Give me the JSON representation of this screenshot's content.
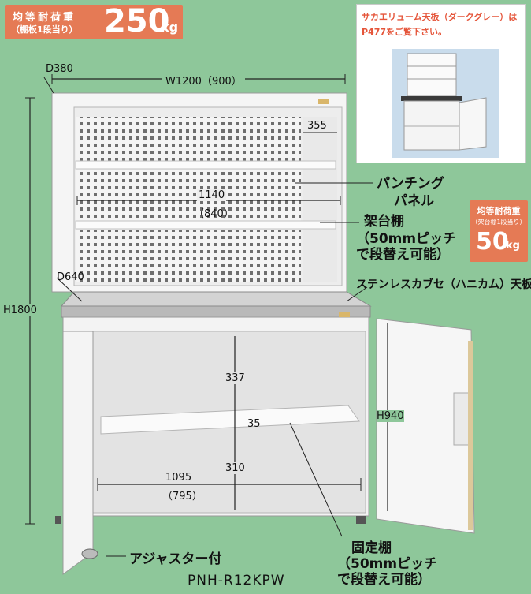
{
  "load_badge": {
    "line1": "均等耐荷重",
    "line2": "（棚板1段当り）",
    "value": "250",
    "unit": "kg"
  },
  "inset": {
    "note": "サカエリューム天板（ダークグレー）はP477をご覧下さい。"
  },
  "shelf_badge": {
    "line1": "均等耐荷重",
    "line2": "（架台棚1段当り）",
    "value": "50",
    "unit": "kg"
  },
  "dimensions": {
    "depth_top": "D380",
    "width_top": "W1200（900）",
    "panel_w": "355",
    "inner_w": "1140",
    "inner_w_alt": "（840）",
    "depth_bottom": "D640",
    "height": "H1800",
    "h_upper": "337",
    "shelf_t": "35",
    "h_lower": "310",
    "cab_w": "1095",
    "cab_w_alt": "（795）",
    "cab_h": "H940"
  },
  "callouts": {
    "punching": "パンチング",
    "panel": "パネル",
    "stand_shelf": "架台棚",
    "pitch1": "（50mmピッチ",
    "pitch1b": "で段替え可能）",
    "top": "ステンレスカブセ（ハニカム）天板",
    "fixed": "固定棚",
    "pitch2": "（50mmピッチ",
    "pitch2b": "で段替え可能）",
    "adjuster": "アジャスター付"
  },
  "model": "PNH-R12KPW",
  "colors": {
    "background": "#8ec79a",
    "accent": "#e57a55",
    "note": "#e5553a"
  }
}
